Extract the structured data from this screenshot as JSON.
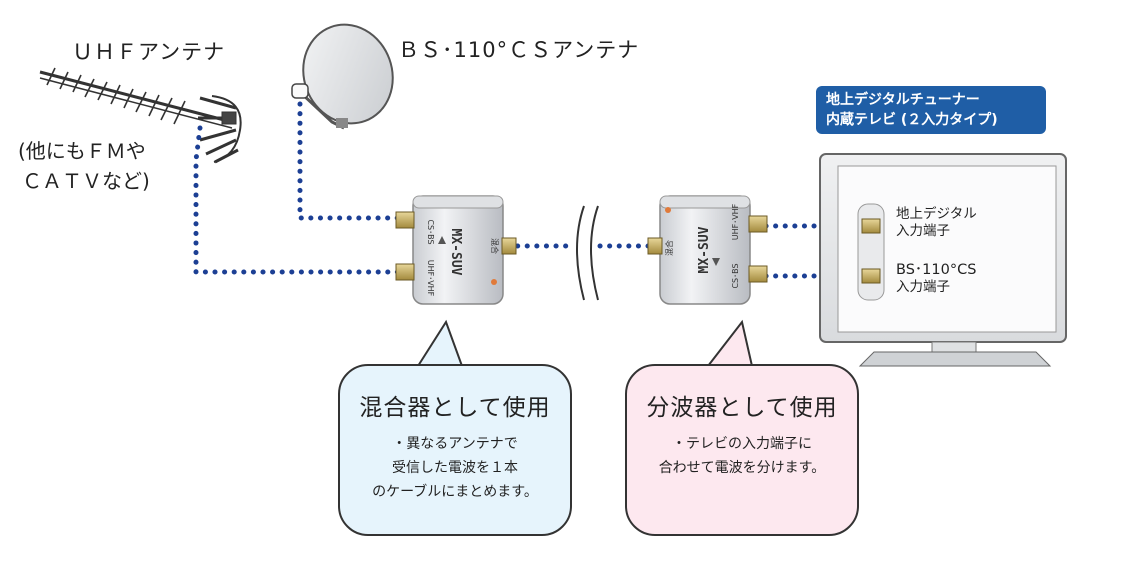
{
  "labels": {
    "uhf_antenna": "ＵＨＦアンテナ",
    "bs_antenna": "ＢＳ･110°ＣＳアンテナ",
    "other_line1": "(他にもＦＭや",
    "other_line2": "ＣＡＴＶなど)",
    "tv_title_line1": "地上デジタルチューナー",
    "tv_title_line2": "内蔵テレビ (２入力タイプ)",
    "port_terrestrial_line1": "地上デジタル",
    "port_terrestrial_line2": "入力端子",
    "port_bs_line1": "BS･110°CS",
    "port_bs_line2": "入力端子"
  },
  "device": {
    "model": "MX-SUV",
    "port_cs_bs": "CS･BS",
    "port_uhf_vhf": "UHF･VHF",
    "port_mix": "混合"
  },
  "bubbles": {
    "mixer": {
      "title": "混合器として使用",
      "line1": "・異なるアンテナで",
      "line2": "受信した電波を１本",
      "line3": "のケーブルにまとめます。"
    },
    "splitter": {
      "title": "分波器として使用",
      "line1": "・テレビの入力端子に",
      "line2": "合わせて電波を分けます。"
    }
  },
  "colors": {
    "cable": "#1c3f94",
    "tv_label_bg": "#1f5ea6",
    "mixer_bubble": "#e6f4fc",
    "splitter_bubble": "#fde8ef"
  }
}
